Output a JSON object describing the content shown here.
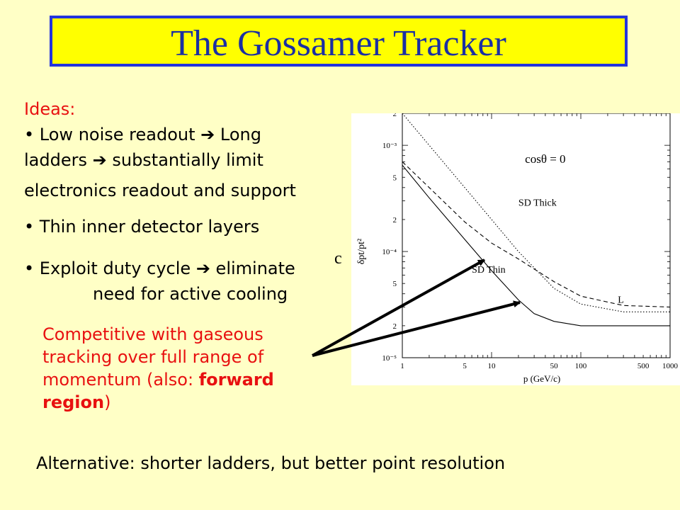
{
  "title": "The Gossamer Tracker",
  "ideas_label": "Ideas:",
  "bullets": [
    {
      "text_a": "Low noise readout ",
      "arrow_1": "➔",
      "text_b": " Long",
      "line2_a": "ladders ",
      "arrow_2": "➔",
      "line2_b": " substantially limit",
      "line3": "electronics readout  and support"
    },
    {
      "text": "Thin inner detector layers"
    },
    {
      "text_a": "Exploit duty cycle ",
      "arrow": "➔",
      "text_b": " eliminate",
      "line2": "need for active cooling"
    }
  ],
  "bullet_glyph": "•",
  "stray_char": "c",
  "competitive": {
    "part1": "Competitive with gaseous tracking over full range of momentum (also: ",
    "bold": "forward region",
    "part2": ")"
  },
  "alternative": "Alternative: shorter ladders, but better point resolution",
  "colors": {
    "background": "#ffffc6",
    "title_bg": "#ffff00",
    "title_border": "#2233dd",
    "title_text": "#1b2fa3",
    "accent_red": "#e81010"
  },
  "chart_data": {
    "type": "line",
    "xscale": "log",
    "yscale": "log",
    "xlim": [
      1,
      1000
    ],
    "ylim": [
      1e-05,
      0.002
    ],
    "xlabel": "p (GeV/c)",
    "ylabel": "δpt/pt²",
    "annotation": "cosθ = 0",
    "x_tick_labels": [
      "1",
      "5",
      "10",
      "50",
      "100",
      "500",
      "1000"
    ],
    "x_ticks": [
      1,
      5,
      10,
      50,
      100,
      500,
      1000
    ],
    "y_ticks": [
      {
        "value": 0.002,
        "label": "2"
      },
      {
        "value": 0.001,
        "label": "10⁻³"
      },
      {
        "value": 0.0005,
        "label": "5"
      },
      {
        "value": 0.0002,
        "label": "2"
      },
      {
        "value": 0.0001,
        "label": "10⁻⁴"
      },
      {
        "value": 5e-05,
        "label": "5"
      },
      {
        "value": 2e-05,
        "label": "2"
      },
      {
        "value": 1e-05,
        "label": "10⁻⁵"
      }
    ],
    "series": [
      {
        "name": "SD Thin",
        "style": "solid",
        "x": [
          1,
          2,
          5,
          10,
          20,
          30,
          50,
          100,
          300,
          1000
        ],
        "y": [
          0.00065,
          0.00032,
          0.00013,
          6.6e-05,
          3.5e-05,
          2.6e-05,
          2.2e-05,
          2e-05,
          2e-05,
          2e-05
        ]
      },
      {
        "name": "SD Thick",
        "style": "dotted",
        "x": [
          1,
          2,
          5,
          10,
          20,
          50,
          100,
          300,
          1000
        ],
        "y": [
          0.002,
          0.001,
          0.0004,
          0.0002,
          0.0001,
          4.5e-05,
          3.2e-05,
          2.7e-05,
          2.7e-05
        ]
      },
      {
        "name": "L",
        "style": "dashed",
        "x": [
          1,
          2,
          5,
          10,
          20,
          50,
          100,
          300,
          1000
        ],
        "y": [
          0.0007,
          0.0004,
          0.00019,
          0.00012,
          8.5e-05,
          5.2e-05,
          3.8e-05,
          3.1e-05,
          3e-05
        ]
      }
    ],
    "labels": [
      {
        "text": "SD Thick",
        "x": 20,
        "y": 0.00027
      },
      {
        "text": "SD Thin",
        "x": 6,
        "y": 6.3e-05
      },
      {
        "text": "L",
        "x": 260,
        "y": 3.3e-05
      }
    ]
  }
}
